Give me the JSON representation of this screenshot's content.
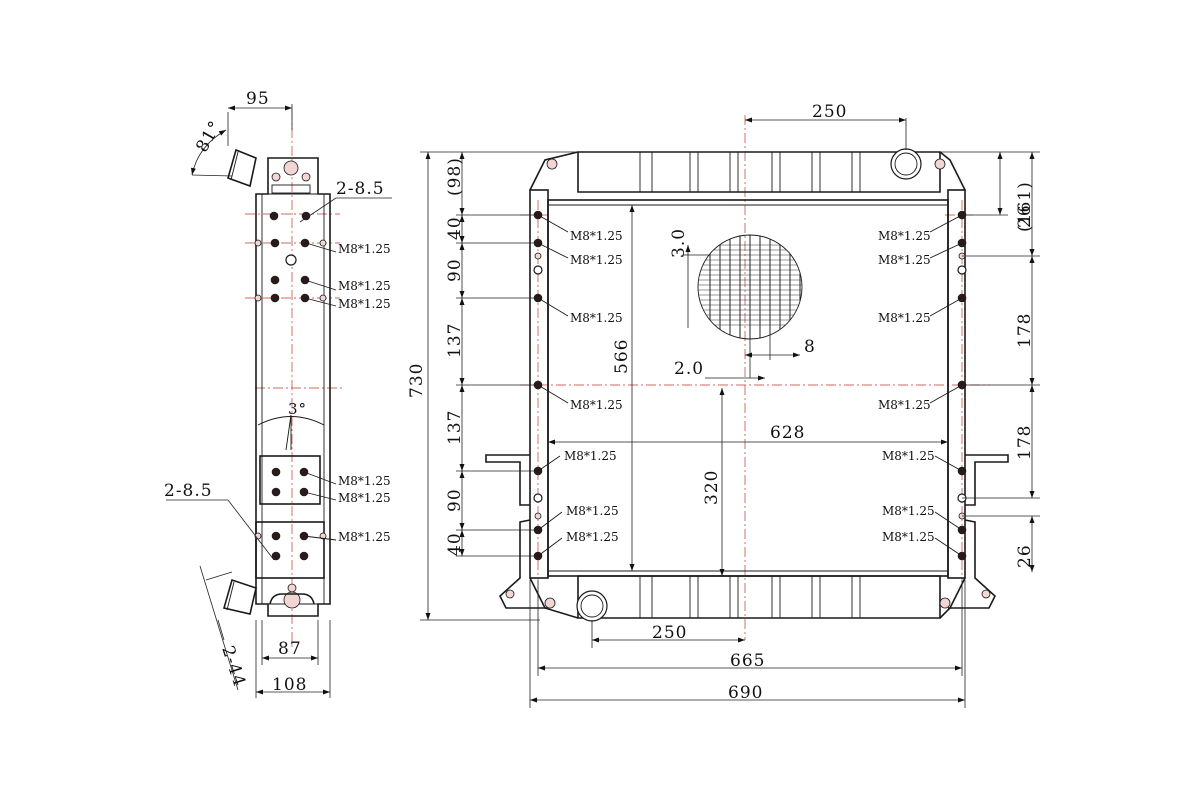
{
  "side_view": {
    "top_width": "95",
    "angle_top": "81°",
    "hole_top": "2-8.5",
    "taper": "3°",
    "hole_bottom": "2-8.5",
    "bottom_inner_width": "87",
    "bottom_width": "108",
    "pipe_dia": "2-44",
    "bolt_labels": [
      "M8*1.25",
      "M8*1.25",
      "M8*1.25",
      "M8*1.25",
      "M8*1.25",
      "M8*1.25"
    ]
  },
  "front_view": {
    "top_pipe_offset": "250",
    "bottom_pipe_offset": "250",
    "core_width": "628",
    "frame_width": "665",
    "overall_width": "690",
    "overall_height": "730",
    "core_height": "566",
    "lower_height": "320",
    "fin_pitch": "3.0",
    "tube_width": "8",
    "tube_gap": "2.0",
    "left_dims": [
      "(98)",
      "40",
      "90",
      "137",
      "137",
      "90",
      "40"
    ],
    "right_dims": [
      "26",
      "(161)",
      "178",
      "178",
      "26"
    ],
    "left_bolt_labels": [
      "M8*1.25",
      "M8*1.25",
      "M8*1.25",
      "M8*1.25",
      "M8*1.25",
      "M8*1.25",
      "M8*1.25"
    ],
    "right_bolt_labels": [
      "M8*1.25",
      "M8*1.25",
      "M8*1.25",
      "M8*1.25",
      "M8*1.25",
      "M8*1.25",
      "M8*1.25"
    ]
  }
}
